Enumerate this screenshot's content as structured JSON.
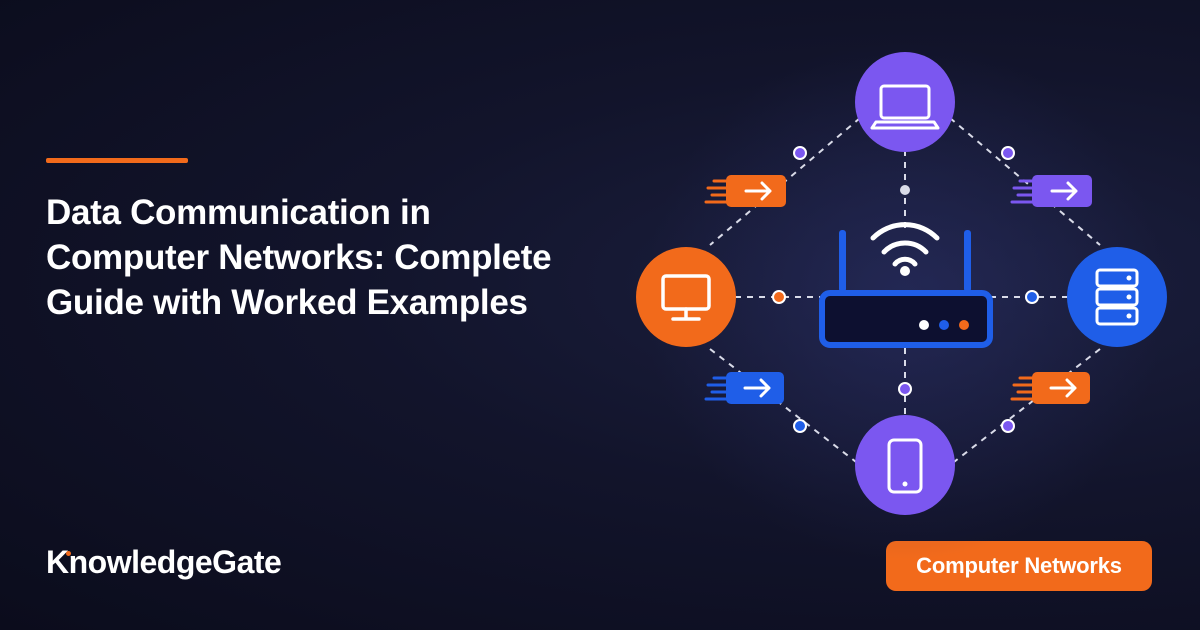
{
  "title": {
    "line1": "Data Communication in",
    "line2": "Computer Networks: Complete",
    "line3": "Guide with Worked Examples"
  },
  "brand": "KnowledgeGate",
  "category": "Computer Networks",
  "colors": {
    "background": "#0f1126",
    "orange": "#f26a1b",
    "purple": "#7b57f0",
    "blue": "#1f5ee8",
    "white": "#ffffff"
  },
  "diagram": {
    "center": "router-icon",
    "nodes": [
      "laptop-icon",
      "monitor-icon",
      "server-icon",
      "smartphone-icon"
    ]
  }
}
